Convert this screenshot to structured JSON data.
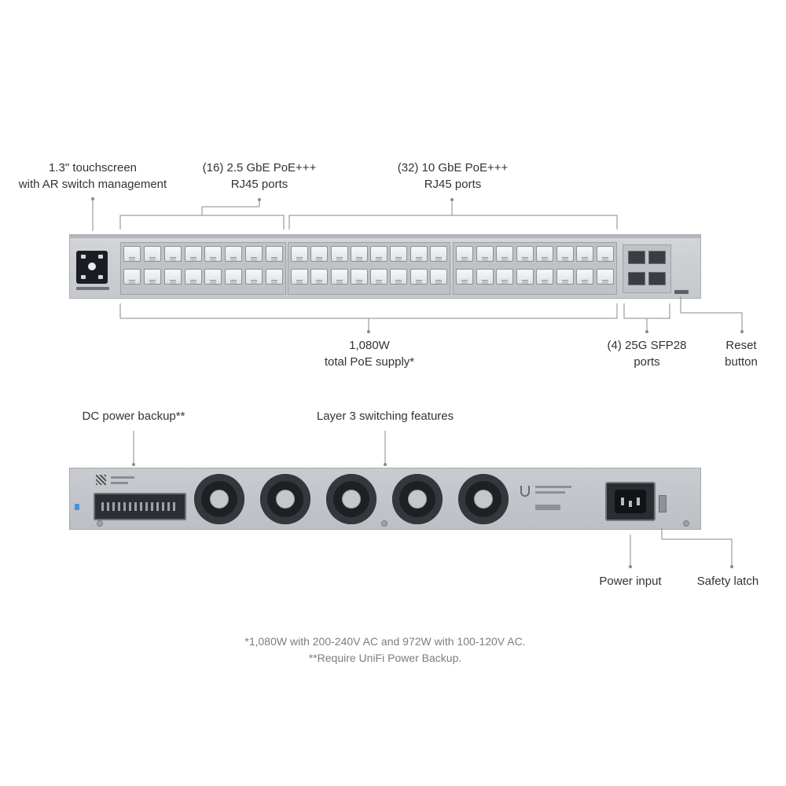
{
  "front_callouts": {
    "touchscreen": [
      "1.3\" touchscreen",
      "with AR switch management"
    ],
    "ports_25g": [
      "(16) 2.5 GbE PoE+++",
      "RJ45 ports"
    ],
    "ports_10g": [
      "(32) 10 GbE PoE+++",
      "RJ45 ports"
    ],
    "poe_supply": [
      "1,080W",
      "total PoE supply*"
    ],
    "sfp28": [
      "(4) 25G SFP28",
      "ports"
    ],
    "reset": [
      "Reset",
      "button"
    ]
  },
  "rear_callouts": {
    "dc_backup": "DC power backup**",
    "layer3": "Layer 3 switching features",
    "power_input": "Power input",
    "safety_latch": "Safety latch"
  },
  "footnotes": [
    "*1,080W with 200-240V AC and 972W with 100-120V AC.",
    "**Require UniFi Power Backup."
  ]
}
